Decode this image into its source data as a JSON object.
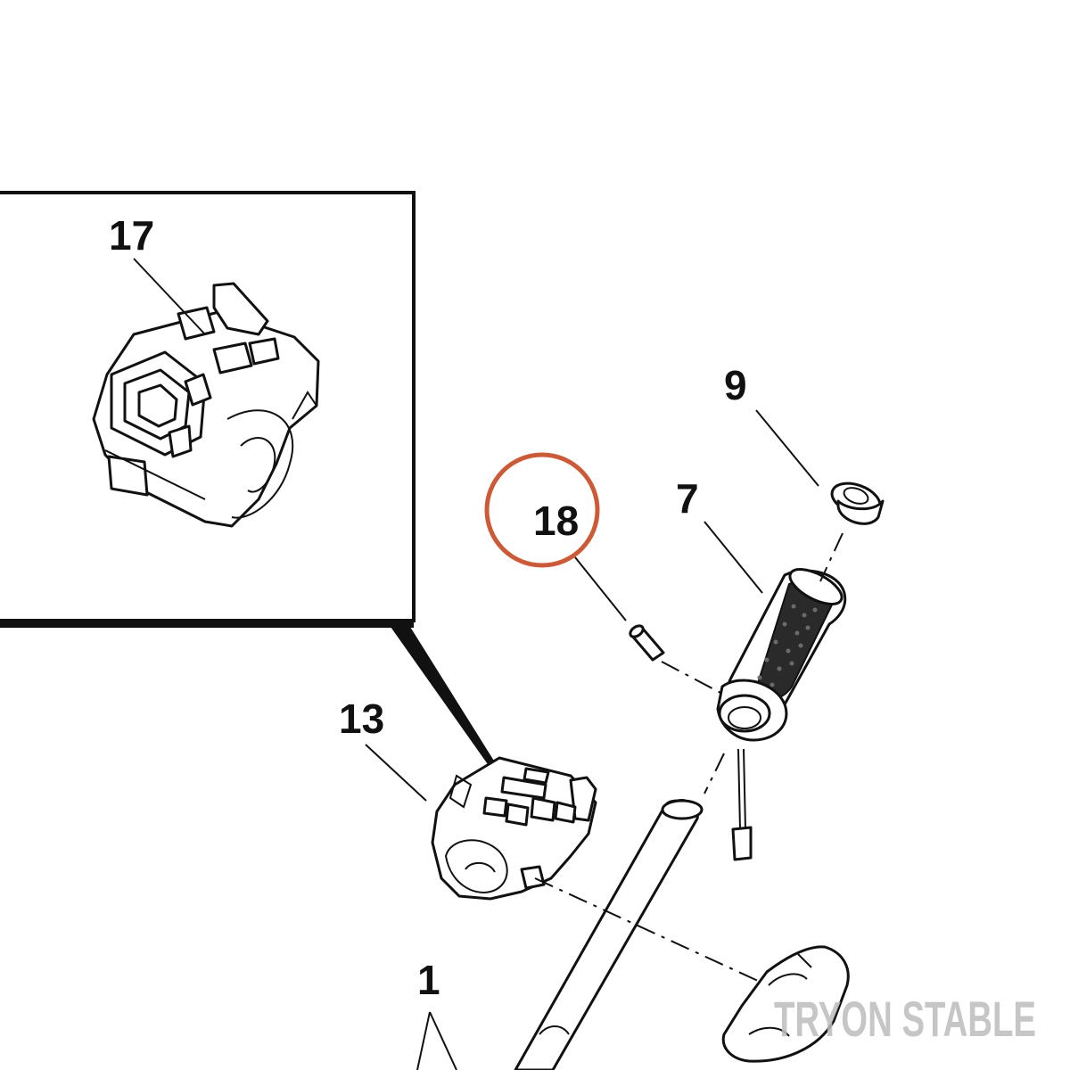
{
  "callouts": {
    "part_17": "17",
    "part_9": "9",
    "part_7": "7",
    "part_18": "18",
    "part_13": "13",
    "part_1": "1"
  },
  "highlight": {
    "callout": "18",
    "color": "#cc5a37"
  },
  "watermark": "TRYON STABLE",
  "icons": [
    "switch-housing-icon",
    "grip-icon",
    "end-cap-icon",
    "screw-icon",
    "handlebar-icon",
    "cover-icon"
  ]
}
